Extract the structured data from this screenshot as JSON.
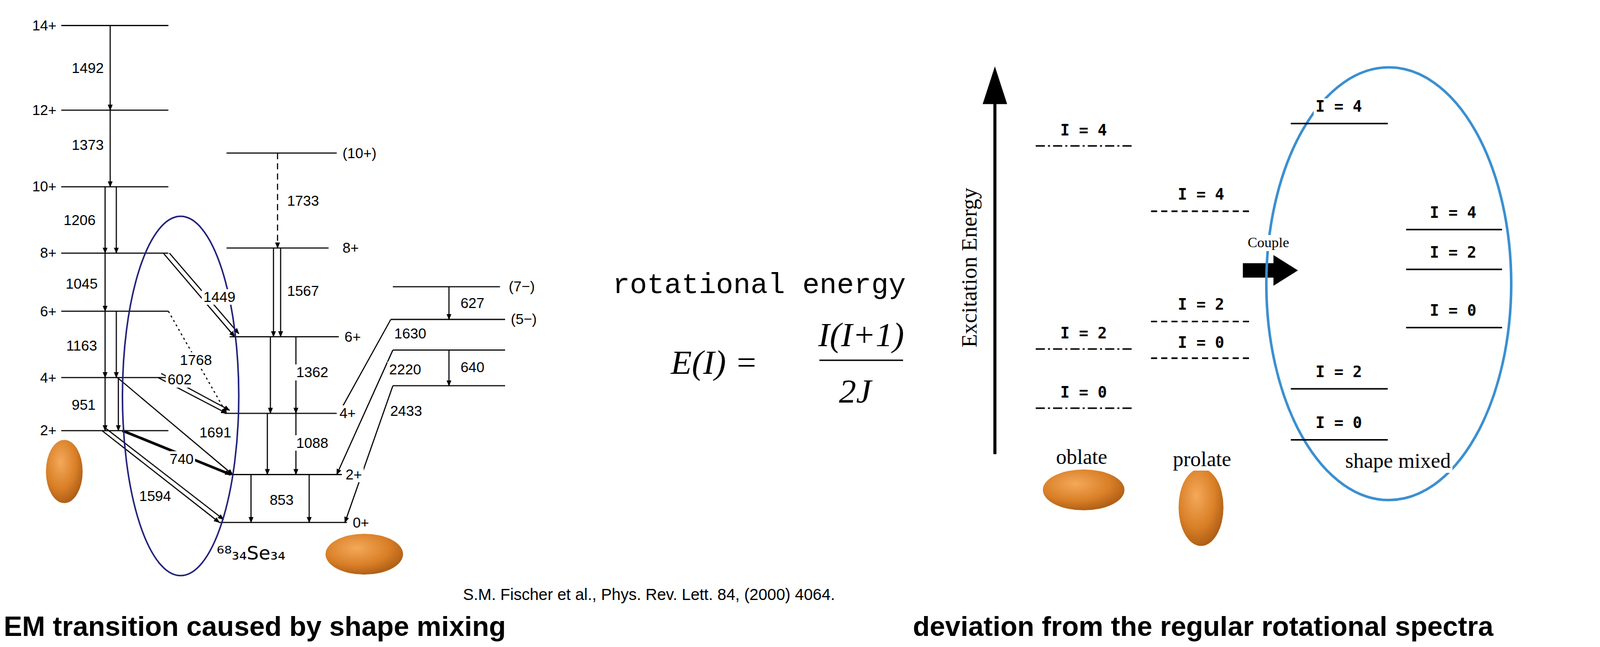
{
  "diagram": {
    "labels": [
      "14+",
      "12+",
      "10+",
      "8+",
      "6+",
      "4+",
      "2+",
      "1492",
      "1373",
      "1206",
      "1045",
      "1163",
      "951",
      "1449",
      "1768",
      "602",
      "1691",
      "740",
      "1594",
      "(10+)",
      "1733",
      "8+",
      "1567",
      "6+",
      "1362",
      "4+",
      "1088",
      "2+",
      "853",
      "0+",
      "⁶⁸₃₄Se₃₄",
      "(7−)",
      "627",
      "(5−)",
      "1630",
      "2220",
      "640",
      "2433",
      "S.M. Fischer et al., Phys. Rev. Lett. 84, (2000) 4064.",
      "EM transition caused by shape mixing",
      "rotational energy",
      "E(I) =",
      "I(I+1)",
      "2J",
      "Excitation Energy",
      "I = 4",
      "I = 2",
      "I = 0",
      "I = 4",
      "I = 2",
      "I = 0",
      "Couple",
      "I = 4",
      "I = 2",
      "I = 0",
      "I = 4",
      "I = 2",
      "I = 0",
      "oblate",
      "prolate",
      "shape mixed",
      "deviation from the regular  rotational spectra"
    ]
  }
}
